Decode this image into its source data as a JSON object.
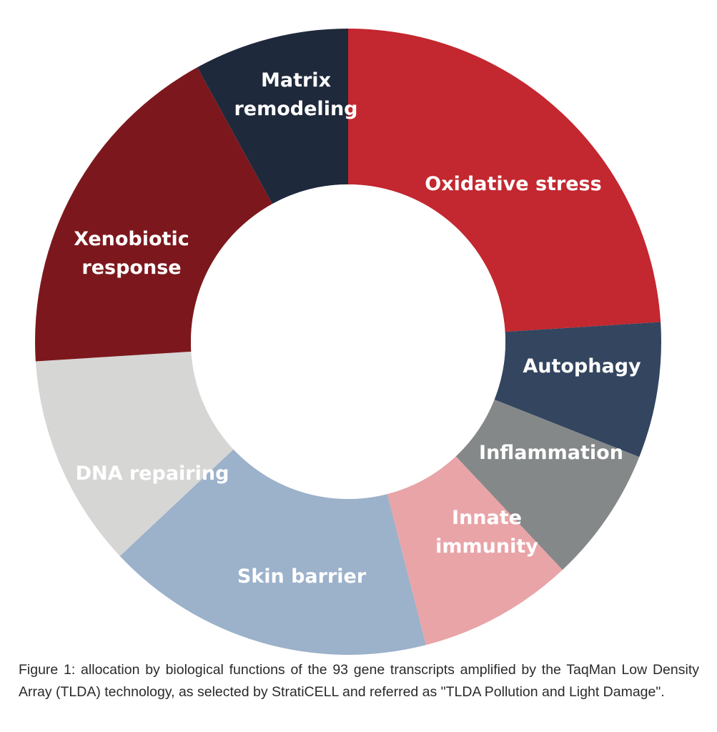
{
  "chart_data": {
    "type": "pie",
    "style": "donut",
    "title": "",
    "slices": [
      {
        "label": "Oxidative stress",
        "lines": [
          "Oxidative stress"
        ],
        "value": 24,
        "color": "#c3272f",
        "label_color": "#ffffff"
      },
      {
        "label": "Autophagy",
        "lines": [
          "Autophagy"
        ],
        "value": 7,
        "color": "#33455f",
        "label_color": "#ffffff"
      },
      {
        "label": "Inflammation",
        "lines": [
          "Inflammation"
        ],
        "value": 7,
        "color": "#858889",
        "label_color": "#ffffff"
      },
      {
        "label": "Innate immunity",
        "lines": [
          "Innate",
          "immunity"
        ],
        "value": 8,
        "color": "#e9a4a8",
        "label_color": "#ffffff"
      },
      {
        "label": "Skin barrier",
        "lines": [
          "Skin barrier"
        ],
        "value": 17,
        "color": "#9cb1ca",
        "label_color": "#ffffff"
      },
      {
        "label": "DNA repairing",
        "lines": [
          "DNA repairing"
        ],
        "value": 11,
        "color": "#d6d6d5",
        "label_color": "#ffffff"
      },
      {
        "label": "Xenobiotic response",
        "lines": [
          "Xenobiotic",
          "response"
        ],
        "value": 18,
        "color": "#7c181d",
        "label_color": "#ffffff"
      },
      {
        "label": "Matrix remodeling",
        "lines": [
          "Matrix",
          "remodeling"
        ],
        "value": 8,
        "color": "#1e293b",
        "label_color": "#ffffff"
      }
    ]
  },
  "caption": "Figure 1: allocation by biological functions of the 93 gene transcripts amplified by  the TaqMan Low Density Array (TLDA) technology, as selected by StratiCELL and referred as \"TLDA Pollution and Light Damage\"."
}
